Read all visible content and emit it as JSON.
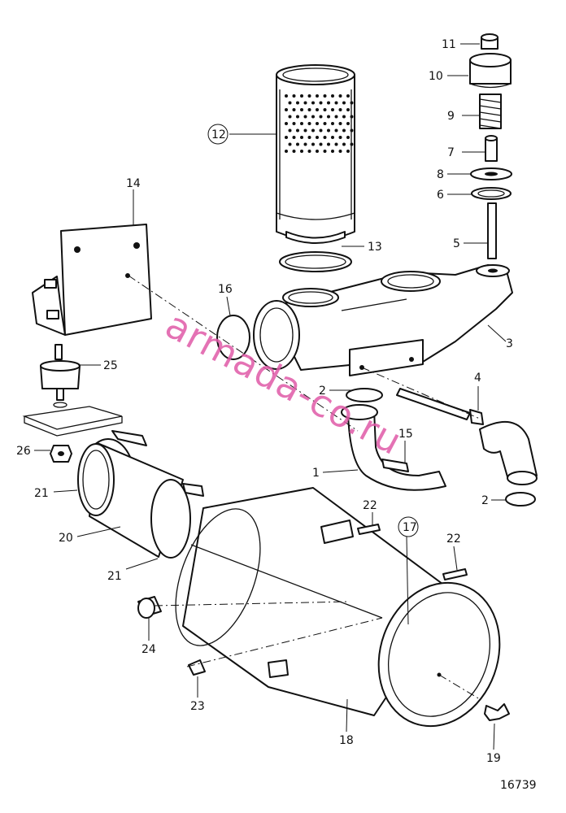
{
  "labels": {
    "l1": "1",
    "l2a": "2",
    "l2b": "2",
    "l3": "3",
    "l4": "4",
    "l5": "5",
    "l6": "6",
    "l7": "7",
    "l8": "8",
    "l9": "9",
    "l10": "10",
    "l11": "11",
    "l12": "12",
    "l13": "13",
    "l14": "14",
    "l15": "15",
    "l16": "16",
    "l17": "17",
    "l18": "18",
    "l19": "19",
    "l20": "20",
    "l21a": "21",
    "l21b": "21",
    "l22a": "22",
    "l22b": "22",
    "l23": "23",
    "l24": "24",
    "l25": "25",
    "l26": "26"
  },
  "watermark": "armada-co.ru",
  "drawing_number": "16739"
}
